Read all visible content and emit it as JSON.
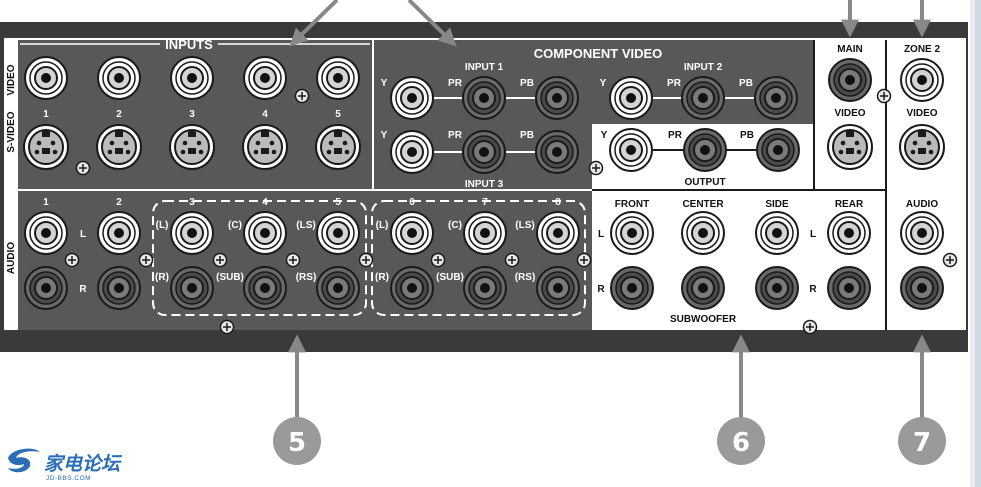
{
  "colors": {
    "panel_dark": "#58585a",
    "panel_light": "#ffffff",
    "chassis": "#3a3a3a",
    "badge": "#9a9a9a",
    "arrow": "#888888",
    "logo": "#2a6fb5"
  },
  "sections": {
    "inputs": "INPUTS",
    "component_video": "COMPONENT VIDEO",
    "input1": "INPUT 1",
    "input2": "INPUT 2",
    "input3": "INPUT 3",
    "output": "OUTPUT",
    "main": "MAIN",
    "zone2": "ZONE 2",
    "video_main": "VIDEO",
    "video_zone2": "VIDEO",
    "audio_zone2": "AUDIO",
    "subwoofer": "SUBWOOFER"
  },
  "row_labels": {
    "video": "VIDEO",
    "svideo": "S-VIDEO",
    "audio": "AUDIO"
  },
  "input_numbers": [
    "1",
    "2",
    "3",
    "4",
    "5"
  ],
  "audio_numbers": [
    "1",
    "2",
    "3",
    "4",
    "5",
    "6",
    "7",
    "8"
  ],
  "lr": {
    "l": "L",
    "r": "R"
  },
  "component_ports": {
    "y": "Y",
    "pr": "PR",
    "pb": "PB"
  },
  "channel_tags": {
    "left": "(L)",
    "center": "(C)",
    "ls": "(LS)",
    "right": "(R)",
    "sub": "(SUB)",
    "rs": "(RS)"
  },
  "outputs": {
    "front": "FRONT",
    "center": "CENTER",
    "side": "SIDE",
    "rear": "REAR"
  },
  "callouts": [
    "5",
    "6",
    "7"
  ],
  "logo": {
    "name": "家电论坛",
    "url": "JD-BBS.COM"
  }
}
